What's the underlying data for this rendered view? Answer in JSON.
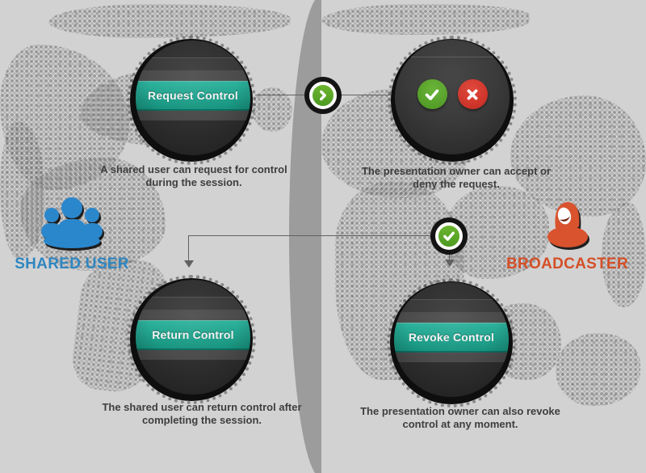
{
  "palette": {
    "background": "#d2d2d2",
    "globe_band": "#9c9c9c",
    "teal_button": "#1ca48e",
    "sphere_dark": "#303030",
    "accept_green": "#55a327",
    "deny_red": "#d1352a",
    "shared_user_blue": "#2f86c0",
    "broadcaster_orange": "#d44f28",
    "caption_text": "#3e3e3e"
  },
  "actors": [
    {
      "id": "shared-user",
      "label": "SHARED USER",
      "icon": "group-icon",
      "color": "#2f86c0"
    },
    {
      "id": "broadcaster",
      "label": "BROADCASTER",
      "icon": "hooded-person-icon",
      "color": "#d44f28"
    }
  ],
  "steps": [
    {
      "id": "request-control",
      "button_label": "Request Control",
      "caption_lines": [
        "A shared user can request for control",
        "during the session."
      ]
    },
    {
      "id": "accept-or-deny",
      "icons": [
        "check-icon",
        "cross-icon"
      ],
      "caption_lines": [
        "The presentation owner can accept or",
        "deny the request."
      ]
    },
    {
      "id": "return-control",
      "button_label": "Return Control",
      "caption_lines": [
        "The shared user can return control after",
        "completing the session."
      ]
    },
    {
      "id": "revoke-control",
      "button_label": "Revoke Control",
      "caption_lines": [
        "The presentation owner can also revoke",
        "control at any moment."
      ]
    }
  ],
  "connectors": [
    {
      "id": "request-forward",
      "icon": "chevron-right-icon",
      "color": "#57a327"
    },
    {
      "id": "request-approved",
      "icon": "check-icon",
      "color": "#57a327"
    }
  ]
}
